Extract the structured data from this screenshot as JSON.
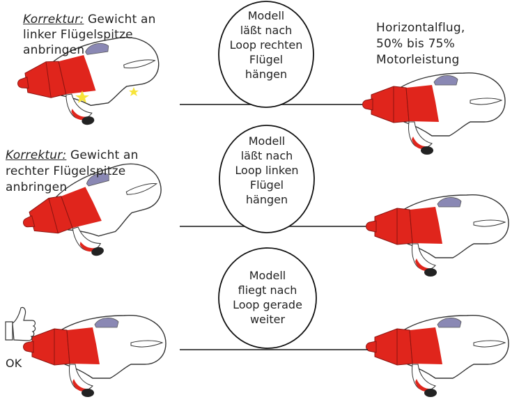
{
  "correction_1": {
    "label": "Korrektur:",
    "text_line1": "Gewicht an",
    "text_line2": "linker Flügelspitze",
    "text_line3": "anbringen"
  },
  "correction_2": {
    "label": "Korrektur:",
    "text_line1": "Gewicht an",
    "text_line2": "rechter Flügelspitze",
    "text_line3": "anbringen"
  },
  "horizontal_note": {
    "line1": "Horizontalflug,",
    "line2": "50% bis 75%",
    "line3": "Motorleistung"
  },
  "circle_1": {
    "line1": "Modell",
    "line2": "läßt nach",
    "line3": "Loop rechten",
    "line4": "Flügel",
    "line5": "hängen"
  },
  "circle_2": {
    "line1": "Modell",
    "line2": "läßt nach",
    "line3": "Loop linken",
    "line4": "Flügel",
    "line5": "hängen"
  },
  "circle_3": {
    "line1": "Modell",
    "line2": "fliegt nach",
    "line3": "Loop gerade",
    "line4": "weiter"
  },
  "ok_label": "OK",
  "colors": {
    "plane_red": "#e0251c",
    "canopy": "#8a88b4",
    "line": "#111111",
    "outline": "#333333"
  },
  "icons": [
    "thumbs-up-icon",
    "star-icon"
  ]
}
